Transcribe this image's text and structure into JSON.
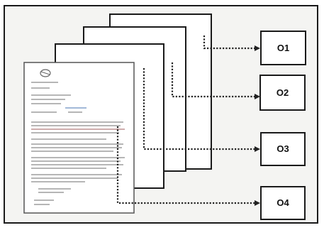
{
  "outputs": [
    {
      "label": "O1"
    },
    {
      "label": "O2"
    },
    {
      "label": "O3"
    },
    {
      "label": "O4"
    }
  ],
  "colors": {
    "frame": "#1a1a1a",
    "page_fill": "#ffffff",
    "text_lines": "#8a8a8a",
    "arrow": "#222222",
    "background": "#f4f4f2"
  }
}
